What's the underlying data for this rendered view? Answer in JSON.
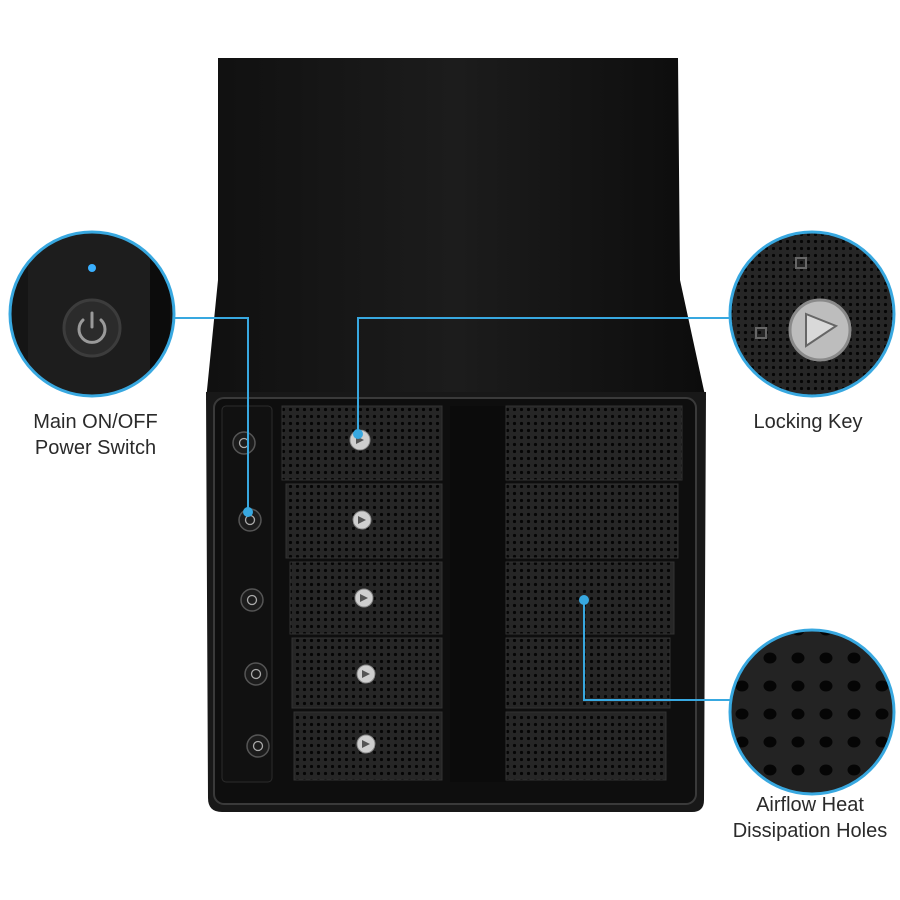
{
  "callouts": {
    "power_switch": {
      "line1": "Main ON/OFF",
      "line2": "Power Switch",
      "icon": "power-icon"
    },
    "locking_key": {
      "line1": "Locking Key",
      "icon": "key-lock-icon"
    },
    "airflow": {
      "line1": "Airflow Heat",
      "line2": "Dissipation Holes",
      "icon": "mesh-holes-icon"
    }
  },
  "product": {
    "bays": 10,
    "bay_rows": 5,
    "bay_columns": 2
  },
  "colors": {
    "accent": "#38a8e0",
    "enclosure": "#141414",
    "bay": "#1f1f1f",
    "label_text": "#2a2a2a",
    "led": "#3ab0ff"
  }
}
